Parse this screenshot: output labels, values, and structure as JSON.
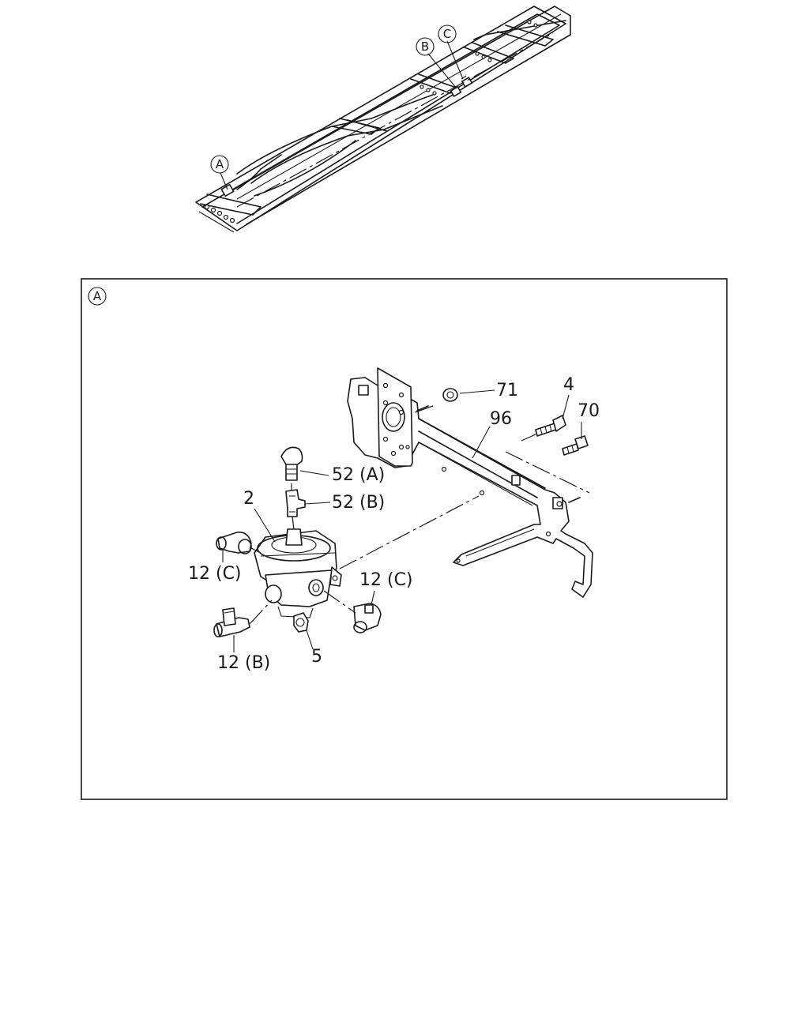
{
  "overview": {
    "callouts": [
      "A",
      "B",
      "C"
    ]
  },
  "detail": {
    "view_marker": "A",
    "parts": {
      "p71": "71",
      "p4": "4",
      "p70": "70",
      "p96": "96",
      "p2": "2",
      "p52a": "52 (A)",
      "p52b": "52 (B)",
      "p12c_left": "12 (C)",
      "p12c_right": "12 (C)",
      "p12b": "12 (B)",
      "p5": "5"
    }
  }
}
